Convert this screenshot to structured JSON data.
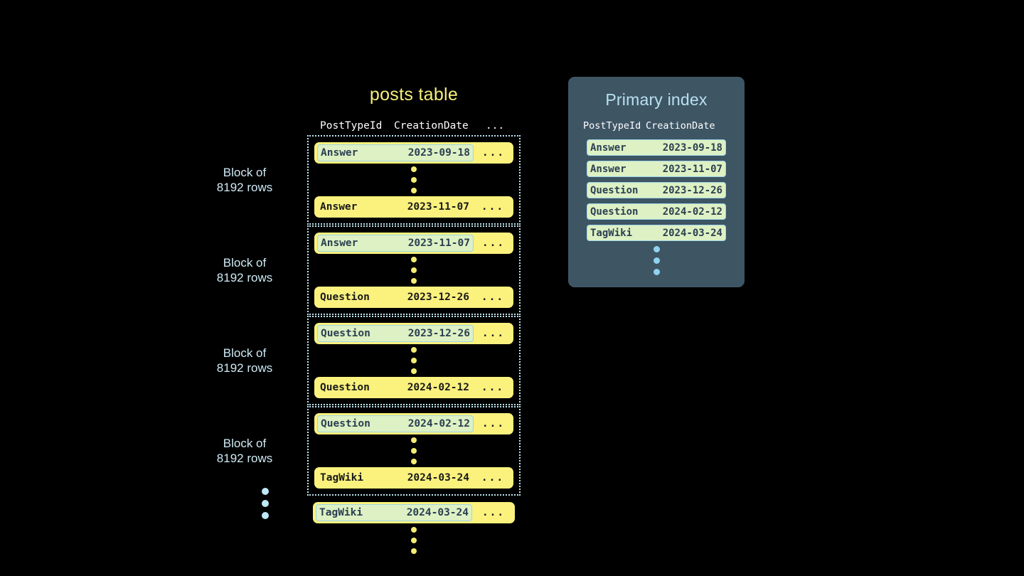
{
  "posts_table": {
    "title": "posts table",
    "columns": [
      "PostTypeId",
      "CreationDate",
      "..."
    ],
    "block_label": "Block of\n8192 rows",
    "blocks": [
      {
        "label": "Block of\n8192 rows",
        "first_row": {
          "post_type": "Answer",
          "creation_date": "2023-09-18",
          "more": "...",
          "marked": true
        },
        "last_row": {
          "post_type": "Answer",
          "creation_date": "2023-11-07",
          "more": "...",
          "marked": false
        }
      },
      {
        "label": "Block of\n8192 rows",
        "first_row": {
          "post_type": "Answer",
          "creation_date": "2023-11-07",
          "more": "...",
          "marked": true
        },
        "last_row": {
          "post_type": "Question",
          "creation_date": "2023-12-26",
          "more": "...",
          "marked": false
        }
      },
      {
        "label": "Block of\n8192 rows",
        "first_row": {
          "post_type": "Question",
          "creation_date": "2023-12-26",
          "more": "...",
          "marked": true
        },
        "last_row": {
          "post_type": "Question",
          "creation_date": "2024-02-12",
          "more": "...",
          "marked": false
        }
      },
      {
        "label": "Block of\n8192 rows",
        "first_row": {
          "post_type": "Question",
          "creation_date": "2024-02-12",
          "more": "...",
          "marked": true
        },
        "last_row": {
          "post_type": "TagWiki",
          "creation_date": "2024-03-24",
          "more": "...",
          "marked": false
        }
      }
    ],
    "trailing_row": {
      "post_type": "TagWiki",
      "creation_date": "2024-03-24",
      "more": "...",
      "marked": true
    }
  },
  "primary_index": {
    "title": "Primary index",
    "columns": [
      "PostTypeId",
      "CreationDate"
    ],
    "rows": [
      {
        "post_type": "Answer",
        "creation_date": "2023-09-18"
      },
      {
        "post_type": "Answer",
        "creation_date": "2023-11-07"
      },
      {
        "post_type": "Question",
        "creation_date": "2023-12-26"
      },
      {
        "post_type": "Question",
        "creation_date": "2024-02-12"
      },
      {
        "post_type": "TagWiki",
        "creation_date": "2024-03-24"
      }
    ]
  },
  "colors": {
    "background": "#000000",
    "row_yellow": "#fbf27e",
    "mark_green": "#ddf1c4",
    "mark_border": "#9ed4e6",
    "panel_slate": "#3e5564",
    "accent_blue": "#b7e0f0",
    "title_yellow": "#f5f07a"
  }
}
